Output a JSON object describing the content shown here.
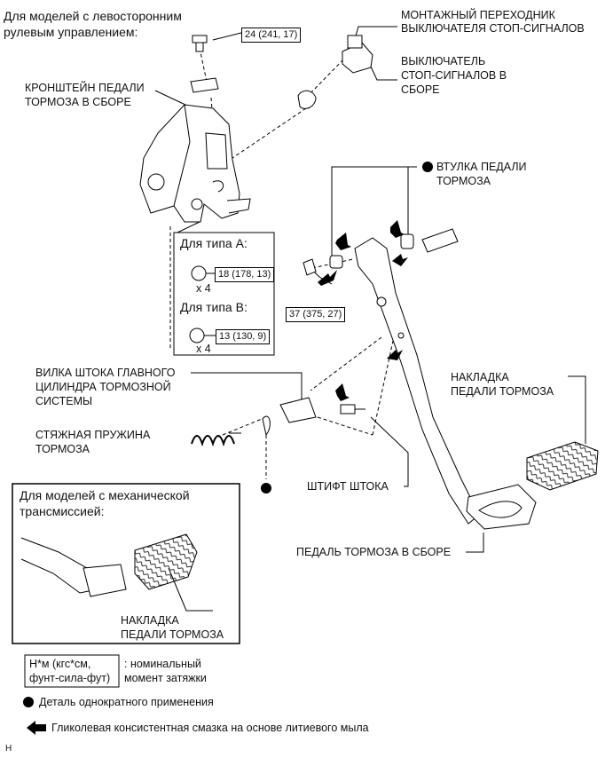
{
  "labels": {
    "lhd_models": "Для моделей с левосторонним",
    "lhd_models_2": "рулевым управлением:",
    "switch_adapter": "МОНТАЖНЫЙ ПЕРЕХОДНИК",
    "switch_adapter_2": "ВЫКЛЮЧАТЕЛЯ СТОП-СИГНАЛОВ",
    "stop_switch": "ВЫКЛЮЧАТЕЛЬ",
    "stop_switch_2": "СТОП-СИГНАЛОВ В",
    "stop_switch_3": "СБОРЕ",
    "bracket": "КРОНШТЕЙН ПЕДАЛИ",
    "bracket_2": "ТОРМОЗА В СБОРЕ",
    "bushing": "ВТУЛКА ПЕДАЛИ",
    "bushing_2": "ТОРМОЗА",
    "type_a": "Для типа А:",
    "type_b": "Для типа В:",
    "x4_a": "x 4",
    "x4_b": "x 4",
    "clevis": "ВИЛКА ШТОКА ГЛАВНОГО",
    "clevis_2": "ЦИЛИНДРА ТОРМОЗНОЙ",
    "clevis_3": "СИСТЕМЫ",
    "pad": "НАКЛАДКА",
    "pad_2": "ПЕДАЛИ ТОРМОЗА",
    "spring": "СТЯЖНАЯ ПРУЖИНА",
    "spring_2": "ТОРМОЗА",
    "pin": "ШТИФТ ШТОКА",
    "pedal": "ПЕДАЛЬ ТОРМОЗА В СБОРЕ",
    "mt_models": "Для моделей с механической",
    "mt_models_2": "трансмиссией:",
    "mt_pad": "НАКЛАДКА",
    "mt_pad_2": "ПЕДАЛИ ТОРМОЗА",
    "footer_code": "H"
  },
  "torques": {
    "t1": "24 (241, 17)",
    "t2": "18 (178, 13)",
    "t3": "13 (130, 9)",
    "t4": "37 (375, 27)"
  },
  "legend": {
    "unit_box": "Н*м (кгс*см,",
    "unit_box_2": "фунт-сила-фут)",
    "unit_desc": ": номинальный",
    "unit_desc_2": "момент затяжки",
    "non_reusable": "Деталь однократного применения",
    "grease": "Гликолевая консистентная смазка на основе литиевого мыла"
  }
}
